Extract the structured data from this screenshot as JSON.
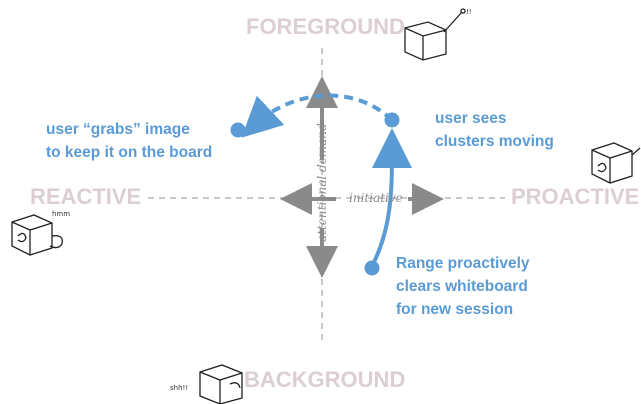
{
  "axes": {
    "top": "FOREGROUND",
    "bottom": "BACKGROUND",
    "left": "REACTIVE",
    "right": "PROACTIVE",
    "vertical_annotation": "attentional demand",
    "horizontal_annotation": "initiative"
  },
  "notes": {
    "grab": [
      "user  “grabs” image",
      "to keep it on the board"
    ],
    "sees": [
      "user sees",
      "clusters moving"
    ],
    "range": [
      "Range proactively",
      "clears whiteboard",
      "for new session"
    ]
  },
  "doodles": {
    "top_right_exclaim": "!!",
    "left_mutter": "hmm",
    "bottom_mutter": "shh!!"
  },
  "colors": {
    "accent": "#5b9bd5",
    "axis_text": "#dccfd2",
    "axis_line": "#b5b5b5",
    "arrow_gray": "#8a8a8a"
  }
}
